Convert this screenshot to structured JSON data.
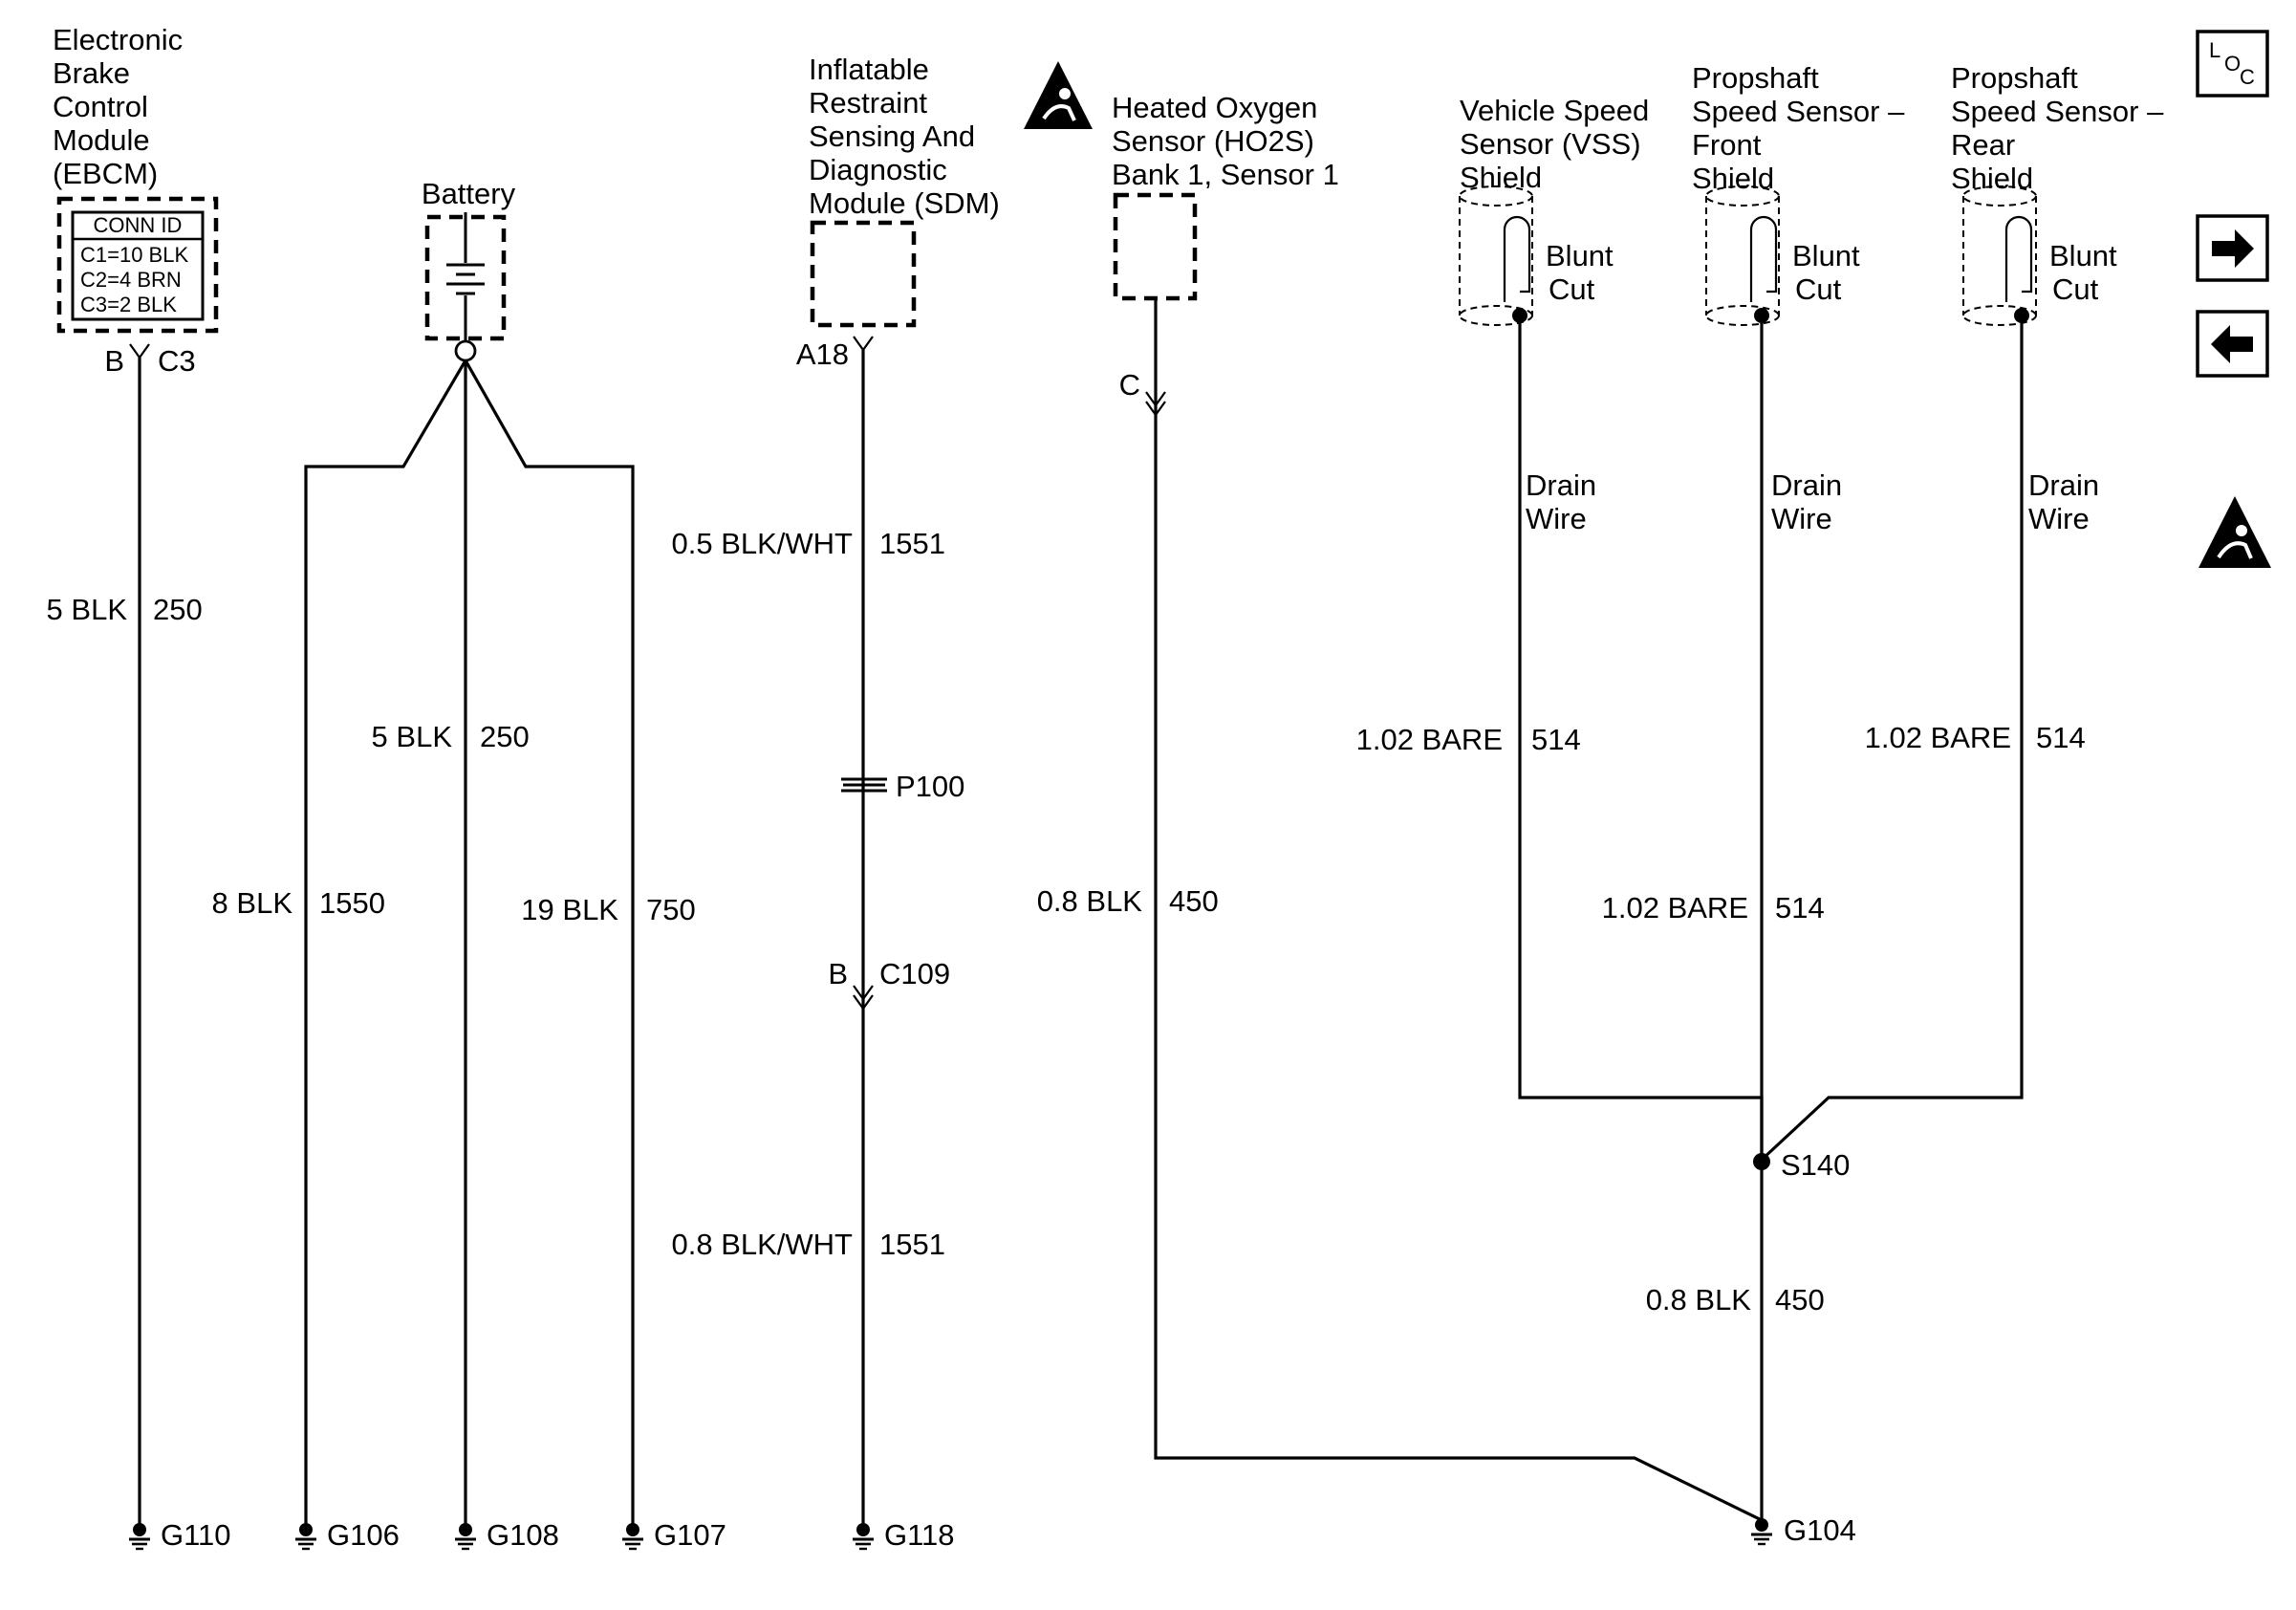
{
  "components": {
    "ebcm": {
      "title_lines": [
        "Electronic",
        "Brake",
        "Control",
        "Module",
        "(EBCM)"
      ],
      "conn_id_header": "CONN ID",
      "conn_rows": [
        "C1=10 BLK",
        "C2=4 BRN",
        "C3=2 BLK"
      ],
      "pin": "B",
      "connector": "C3"
    },
    "battery": {
      "title": "Battery"
    },
    "sdm": {
      "title_lines": [
        "Inflatable",
        "Restraint",
        "Sensing And",
        "Diagnostic",
        "Module (SDM)"
      ],
      "pin": "A18"
    },
    "ho2s": {
      "title_lines": [
        "Heated Oxygen",
        "Sensor (HO2S)",
        "Bank 1, Sensor 1"
      ],
      "pin": "C"
    },
    "vss": {
      "title_lines": [
        "Vehicle Speed",
        "Sensor (VSS)",
        "Shield"
      ]
    },
    "psf": {
      "title_lines": [
        "Propshaft",
        "Speed Sensor –",
        "Front",
        "Shield"
      ]
    },
    "psr": {
      "title_lines": [
        "Propshaft",
        "Speed Sensor –",
        "Rear",
        "Shield"
      ]
    }
  },
  "blunt_cut": [
    "Blunt",
    "Cut"
  ],
  "drain_wire": [
    "Drain",
    "Wire"
  ],
  "wires": {
    "w250_ebcm": {
      "gauge": "5 BLK",
      "circuit": "250"
    },
    "w250_bat": {
      "gauge": "5 BLK",
      "circuit": "250"
    },
    "w1550": {
      "gauge": "8 BLK",
      "circuit": "1550"
    },
    "w750": {
      "gauge": "19 BLK",
      "circuit": "750"
    },
    "w1551_top": {
      "gauge": "0.5 BLK/WHT",
      "circuit": "1551"
    },
    "w1551_bot": {
      "gauge": "0.8 BLK/WHT",
      "circuit": "1551"
    },
    "w450_ho2s": {
      "gauge": "0.8 BLK",
      "circuit": "450"
    },
    "w514_vss": {
      "gauge": "1.02 BARE",
      "circuit": "514"
    },
    "w514_front": {
      "gauge": "1.02 BARE",
      "circuit": "514"
    },
    "w514_rear": {
      "gauge": "1.02 BARE",
      "circuit": "514"
    },
    "w450_s140": {
      "gauge": "0.8 BLK",
      "circuit": "450"
    }
  },
  "inline": {
    "p100": "P100",
    "c109_pin": "B",
    "c109": "C109",
    "splice": "S140"
  },
  "grounds": {
    "g110": "G110",
    "g106": "G106",
    "g108": "G108",
    "g107": "G107",
    "g118": "G118",
    "g104": "G104"
  },
  "nav": {
    "loc_l": "L",
    "loc_o": "O",
    "loc_c": "C"
  },
  "icons": {
    "airbag": "airbag-warning-icon",
    "next": "arrow-right-icon",
    "prev": "arrow-left-icon",
    "loc": "component-location-icon"
  }
}
